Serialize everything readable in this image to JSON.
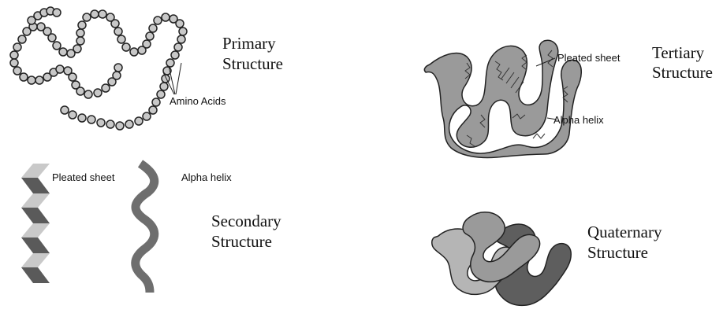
{
  "primary": {
    "title_line1": "Primary",
    "title_line2": "Structure",
    "label_amino": "Amino Acids"
  },
  "secondary": {
    "title_line1": "Secondary",
    "title_line2": "Structure",
    "label_sheet": "Pleated sheet",
    "label_helix": "Alpha helix"
  },
  "tertiary": {
    "title_line1": "Tertiary",
    "title_line2": "Structure",
    "label_sheet": "Pleated sheet",
    "label_helix": "Alpha helix"
  },
  "quaternary": {
    "title_line1": "Quaternary",
    "title_line2": "Structure"
  },
  "colors": {
    "bead_fill": "#c8c8c8",
    "outline": "#222222",
    "sheet_light": "#c9c9c9",
    "sheet_dark": "#5a5a5a",
    "helix_fill": "#6e6e6e",
    "tertiary_fill": "#9a9a9a",
    "quat_light": "#b5b5b5",
    "quat_dark": "#5e5e5e"
  }
}
